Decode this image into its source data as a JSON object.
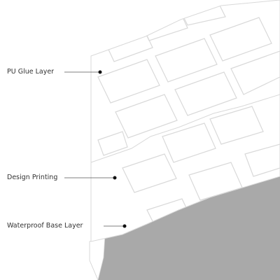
{
  "colors": {
    "tile_white": "#ffffff",
    "tile_edge": "#d9d9d9",
    "grout_gray": "#b3b3b3",
    "base_gray": "#a9a9a9",
    "leader_line": "#555555",
    "label_text": "#333333"
  },
  "labels": {
    "pu_glue_layer": "PU Glue Layer",
    "design_printing": "Design Printing",
    "waterproof_base_layer": "Waterproof Base Layer"
  }
}
